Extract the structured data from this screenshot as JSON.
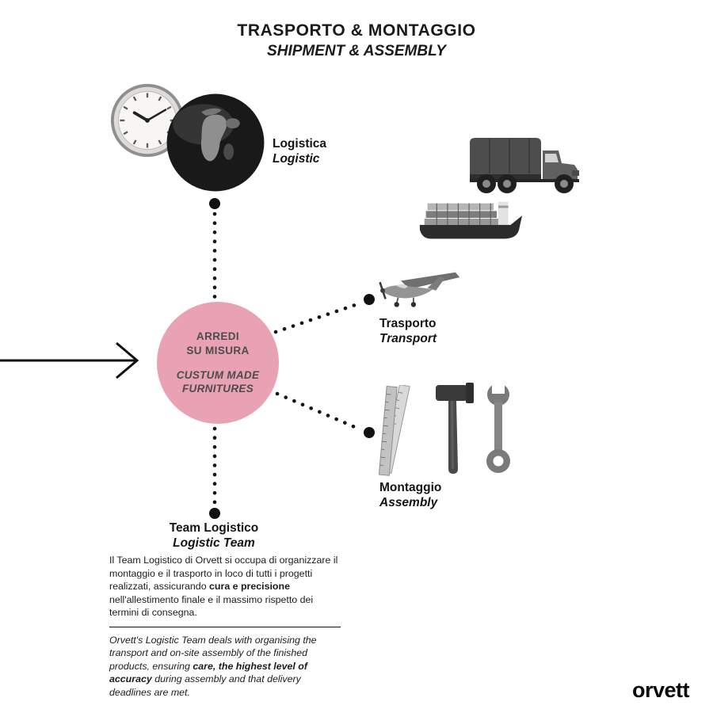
{
  "title": {
    "line1": "TRASPORTO & MONTAGGIO",
    "line2": "SHIPMENT & ASSEMBLY"
  },
  "center": {
    "line1": "ARREDI",
    "line2": "SU MISURA",
    "line3": "CUSTUM MADE",
    "line4": "FURNITURES",
    "circle_color": "#e8a2b3"
  },
  "nodes": {
    "logistica": {
      "it": "Logistica",
      "en": "Logistic"
    },
    "trasporto": {
      "it": "Trasporto",
      "en": "Transport"
    },
    "montaggio": {
      "it": "Montaggio",
      "en": "Assembly"
    },
    "team": {
      "it": "Team Logistico",
      "en": "Logistic Team"
    }
  },
  "description": {
    "it_part1": "Il Team Logistico di Orvett si occupa di organizzare il montaggio e il trasporto in loco di tutti i progetti realizzati, assicurando ",
    "it_bold": "cura e precisione",
    "it_part2": " nell'allestimento finale e il massimo rispetto dei termini di consegna.",
    "en_part1": "Orvett's Logistic Team deals with organising the transport and on-site assembly of the finished products, ensuring ",
    "en_bold": "care, the highest level of accuracy",
    "en_part2": " during assembly and that delivery deadlines are met."
  },
  "logo": "orvett",
  "icons": {
    "clock": "clock-icon",
    "globe": "globe-icon",
    "truck": "truck-icon",
    "ship": "ship-icon",
    "plane": "plane-icon",
    "ruler": "ruler-icon",
    "hammer": "hammer-icon",
    "wrench": "wrench-icon"
  },
  "colors": {
    "accent_pink": "#e8a2b3",
    "ink": "#111111"
  }
}
